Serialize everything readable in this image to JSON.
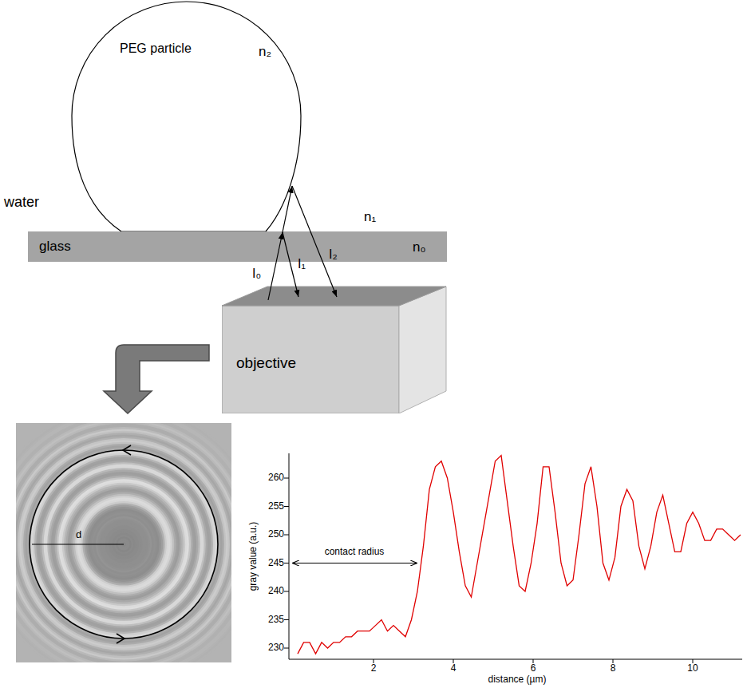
{
  "diagram": {
    "nodes": [
      {
        "text": [
          "PEG particle",
          "n₂"
        ]
      },
      {
        "text": [
          "glass",
          "n₀"
        ]
      },
      {
        "text": [
          "objective"
        ]
      }
    ],
    "labels": [
      "water",
      "n₁",
      "I₀",
      "I₁",
      "I₂",
      "d",
      "contact radius",
      "260",
      "255",
      "250",
      "245",
      "240",
      "235",
      "230",
      "gray value (a.u.)",
      "2",
      "4",
      "6",
      "8",
      "10",
      "distance (µm)"
    ]
  }
}
